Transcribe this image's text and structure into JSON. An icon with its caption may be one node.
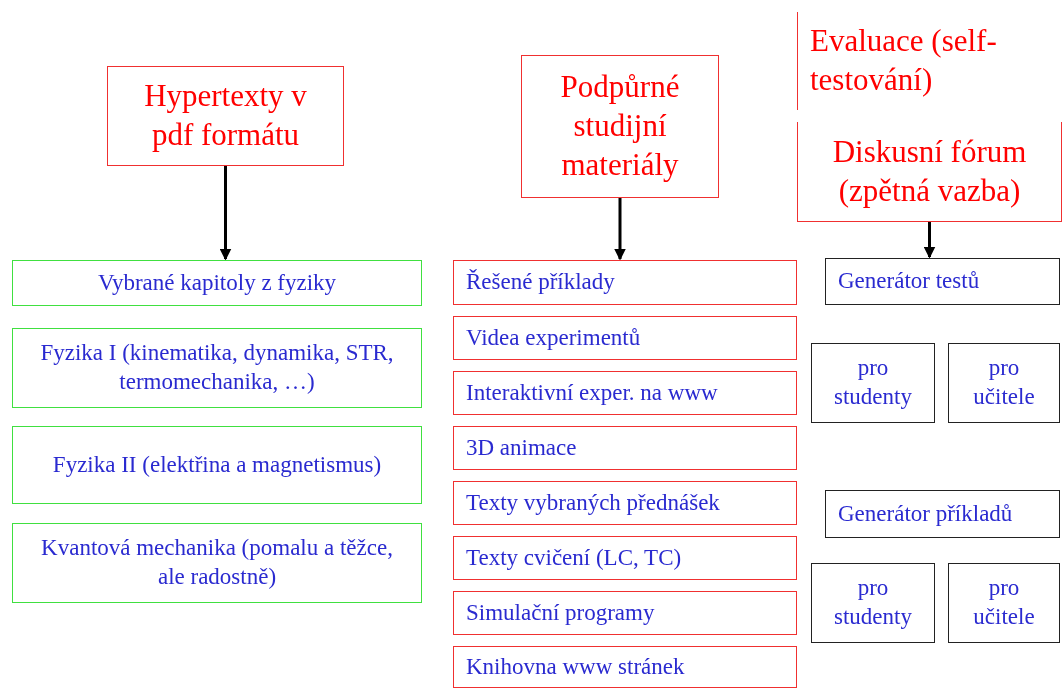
{
  "diagram": {
    "nodes": [
      {
        "text": [
          "Hypertexty v pdf formátu"
        ]
      },
      {
        "text": [
          "Vybrané kapitoly z fyziky"
        ]
      },
      {
        "text": [
          "Fyzika I (kinematika, dynamika, STR, termomechanika, …)"
        ]
      },
      {
        "text": [
          "Fyzika II (elektřina a magnetismus)"
        ]
      },
      {
        "text": [
          "Kvantová mechanika (pomalu a těžce, ale radostně)"
        ]
      },
      {
        "text": [
          "Podpůrné studijní materiály"
        ]
      },
      {
        "text": [
          "Řešené příklady"
        ]
      },
      {
        "text": [
          "Videa experimentů"
        ]
      },
      {
        "text": [
          "Interaktivní exper. na www"
        ]
      },
      {
        "text": [
          "3D animace"
        ]
      },
      {
        "text": [
          "Texty vybraných přednášek"
        ]
      },
      {
        "text": [
          "Texty cvičení (LC, TC)"
        ]
      },
      {
        "text": [
          "Simulační programy"
        ]
      },
      {
        "text": [
          "Knihovna www stránek"
        ]
      },
      {
        "text": [
          "Evaluace (self-testování)"
        ]
      },
      {
        "text": [
          "Diskusní fórum (zpětná vazba)"
        ]
      },
      {
        "text": [
          "Generátor testů"
        ]
      },
      {
        "text": [
          "pro studenty"
        ]
      },
      {
        "text": [
          "pro učitele"
        ]
      },
      {
        "text": [
          "Generátor příkladů"
        ]
      },
      {
        "text": [
          "pro studenty"
        ]
      },
      {
        "text": [
          "pro učitele"
        ]
      }
    ],
    "edges": [
      {
        "from": 0,
        "to": 1,
        "arrow": "to"
      },
      {
        "from": 5,
        "to": 6,
        "arrow": "to"
      },
      {
        "from": 15,
        "to": 16,
        "arrow": "to"
      }
    ]
  }
}
